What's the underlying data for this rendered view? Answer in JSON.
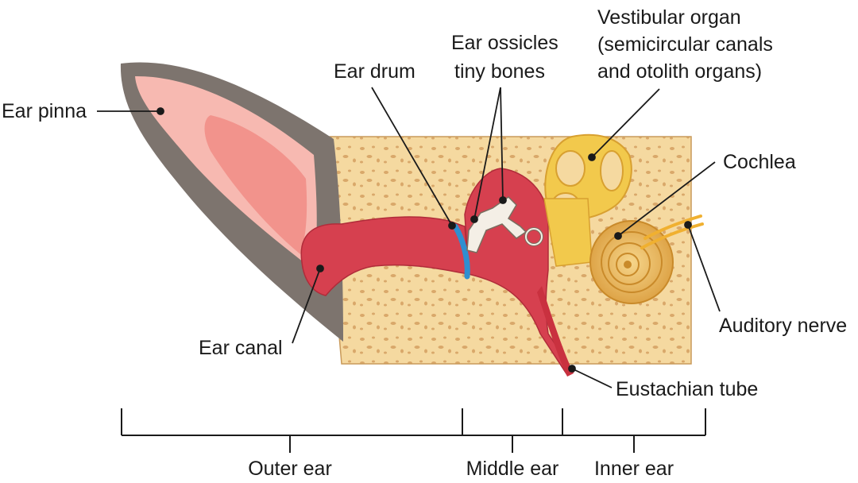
{
  "labels": {
    "ear_pinna": "Ear pinna",
    "ear_canal": "Ear canal",
    "ear_drum": "Ear drum",
    "ossicles_line1": "Ear ossicles",
    "ossicles_line2": "tiny bones",
    "vestibular_line1": "Vestibular organ",
    "vestibular_line2": "(semicircular canals",
    "vestibular_line3": "and otolith organs)",
    "cochlea": "Cochlea",
    "auditory_nerve": "Auditory nerve",
    "eustachian_tube": "Eustachian tube"
  },
  "sections": {
    "outer_ear": "Outer ear",
    "middle_ear": "Middle ear",
    "inner_ear": "Inner ear"
  },
  "colors": {
    "bone": "#f5d9a0",
    "bone_pores": "#d9a86a",
    "canal_red": "#d6404f",
    "pinna_outer": "#7d746e",
    "pinna_inner": "#f7b9b1",
    "ear_drum_blue": "#2f8fd0",
    "inner_ear_gold": "#f2c94c"
  }
}
